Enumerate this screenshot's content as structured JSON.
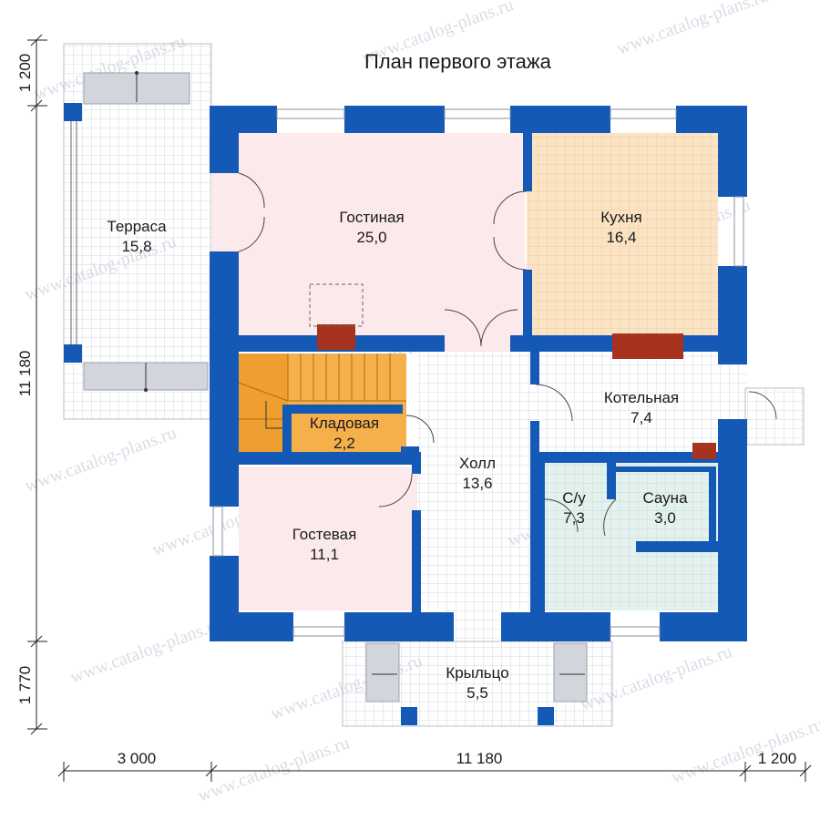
{
  "title": "План первого этажа",
  "rooms": {
    "terrace": {
      "name": "Терраса",
      "area": "15,8"
    },
    "living": {
      "name": "Гостиная",
      "area": "25,0"
    },
    "kitchen": {
      "name": "Кухня",
      "area": "16,4"
    },
    "boiler": {
      "name": "Котельная",
      "area": "7,4"
    },
    "pantry": {
      "name": "Кладовая",
      "area": "2,2"
    },
    "hall": {
      "name": "Холл",
      "area": "13,6"
    },
    "bathroom": {
      "name": "С/у",
      "area": "7,3"
    },
    "sauna": {
      "name": "Сауна",
      "area": "3,0"
    },
    "guest": {
      "name": "Гостевая",
      "area": "11,1"
    },
    "porch": {
      "name": "Крыльцо",
      "area": "5,5"
    }
  },
  "dimensions": {
    "left_top": "1 200",
    "left_main": "11 180",
    "left_bottom": "1 770",
    "bottom_left": "3 000",
    "bottom_main": "11 180",
    "bottom_right": "1 200"
  },
  "watermark": "www.catalog-plans.ru",
  "colors": {
    "wall": "#1559b7",
    "living": "#fbe9ec",
    "guest": "#fbe9ec",
    "kitchen": "#fbe3c3",
    "stairs": "#f5b04c",
    "bath": "#e4f2ef",
    "stove": "#a7321d",
    "grid_line": "#c9ced6"
  }
}
